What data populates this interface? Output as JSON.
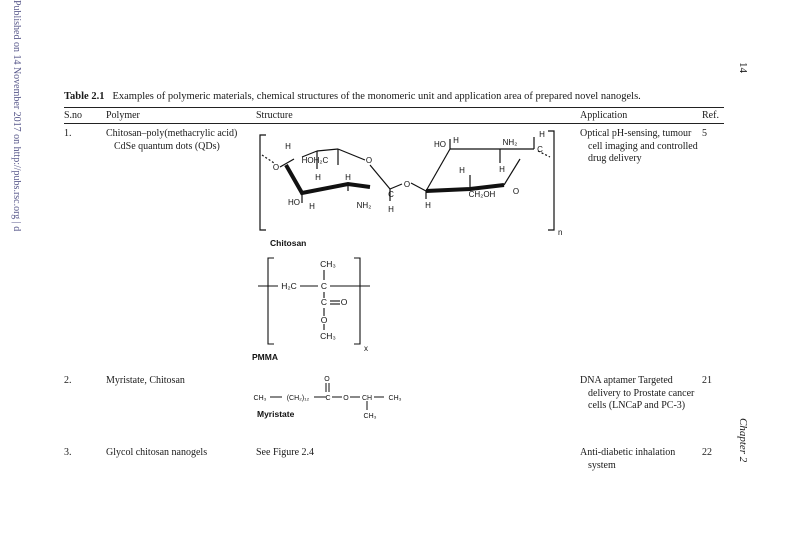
{
  "side_note": "Published on 14 November 2017 on http://pubs.rsc.org | d",
  "page_number": "14",
  "running_head": "Chapter 2",
  "table": {
    "label": "Table 2.1",
    "caption": "Examples of polymeric materials, chemical structures of the monomeric unit and application area of prepared novel nanogels.",
    "headers": [
      "S.no",
      "Polymer",
      "Structure",
      "Application",
      "Ref."
    ],
    "rows": [
      {
        "sno": "1.",
        "polymer": "Chitosan–poly(methacrylic acid) CdSe quantum dots (QDs)",
        "structure": "",
        "application": "Optical pH-sensing, tumour cell imaging and controlled drug delivery",
        "ref": "5"
      },
      {
        "sno": "2.",
        "polymer": "Myristate, Chitosan",
        "structure": "",
        "application": "DNA aptamer Targeted delivery to Prostate cancer cells (LNCaP and PC-3)",
        "ref": "21"
      },
      {
        "sno": "3.",
        "polymer": "Glycol chitosan nanogels",
        "structure": "See Figure 2.4",
        "application": "Anti-diabetic inhalation system",
        "ref": "22"
      }
    ]
  },
  "structures": {
    "chitosan": {
      "name": "Chitosan",
      "subscript": "n",
      "labels": {
        "h": "H",
        "o": "O",
        "c": "C",
        "ho": "HO",
        "hoh2c": "HOH₂C",
        "nh2": "NH₂",
        "ch2oh": "CH₂OH"
      }
    },
    "pmma": {
      "name": "PMMA",
      "subscript": "x",
      "labels": {
        "ch3": "CH₃",
        "h2c": "H₂C",
        "c": "C",
        "o": "O"
      }
    },
    "myristate": {
      "name": "Myristate",
      "labels": {
        "ch3": "CH₃",
        "ch2_12": "(CH₂)₁₂",
        "c": "C",
        "o": "O",
        "ch": "CH"
      }
    }
  }
}
